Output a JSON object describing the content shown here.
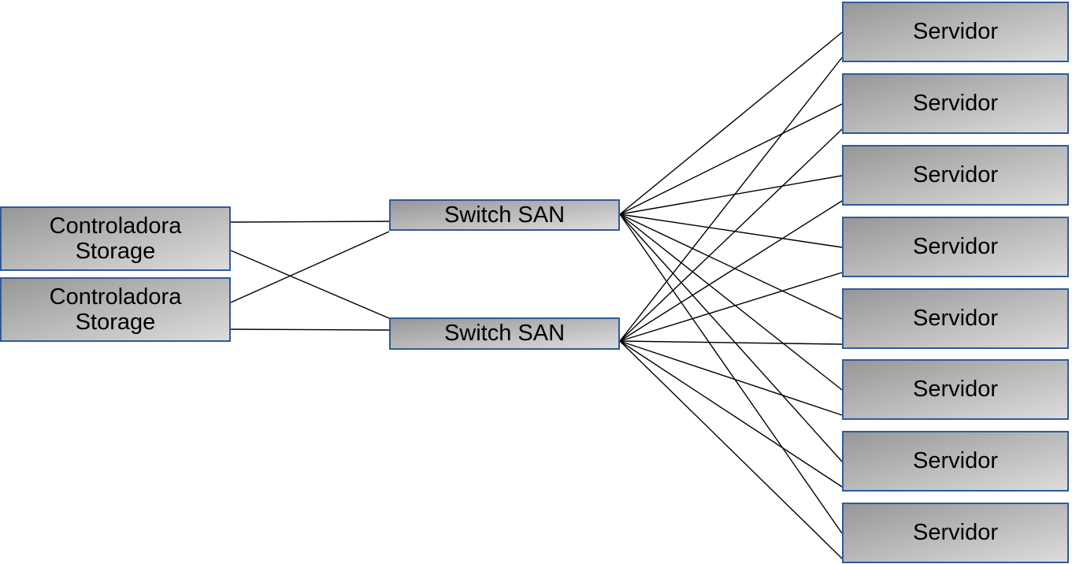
{
  "diagram": {
    "nodes": {
      "controllers": [
        {
          "id": "c1",
          "label": "Controladora\nStorage"
        },
        {
          "id": "c2",
          "label": "Controladora\nStorage"
        }
      ],
      "switches": [
        {
          "id": "s1",
          "label": "Switch SAN"
        },
        {
          "id": "s2",
          "label": "Switch SAN"
        }
      ],
      "servers": [
        {
          "id": "sv1",
          "label": "Servidor"
        },
        {
          "id": "sv2",
          "label": "Servidor"
        },
        {
          "id": "sv3",
          "label": "Servidor"
        },
        {
          "id": "sv4",
          "label": "Servidor"
        },
        {
          "id": "sv5",
          "label": "Servidor"
        },
        {
          "id": "sv6",
          "label": "Servidor"
        },
        {
          "id": "sv7",
          "label": "Servidor"
        },
        {
          "id": "sv8",
          "label": "Servidor"
        }
      ]
    },
    "edges": [
      [
        "c1",
        "s1"
      ],
      [
        "c1",
        "s2"
      ],
      [
        "c2",
        "s1"
      ],
      [
        "c2",
        "s2"
      ],
      [
        "s1",
        "sv1"
      ],
      [
        "s1",
        "sv2"
      ],
      [
        "s1",
        "sv3"
      ],
      [
        "s1",
        "sv4"
      ],
      [
        "s1",
        "sv5"
      ],
      [
        "s1",
        "sv6"
      ],
      [
        "s1",
        "sv7"
      ],
      [
        "s1",
        "sv8"
      ],
      [
        "s2",
        "sv1"
      ],
      [
        "s2",
        "sv2"
      ],
      [
        "s2",
        "sv3"
      ],
      [
        "s2",
        "sv4"
      ],
      [
        "s2",
        "sv5"
      ],
      [
        "s2",
        "sv6"
      ],
      [
        "s2",
        "sv7"
      ],
      [
        "s2",
        "sv8"
      ]
    ]
  },
  "colors": {
    "box_border": "#2e5a9e",
    "box_gradient_start": "#979797",
    "box_gradient_end": "#dcdcdc",
    "line": "#000000",
    "background": "#ffffff",
    "text": "#000000"
  }
}
